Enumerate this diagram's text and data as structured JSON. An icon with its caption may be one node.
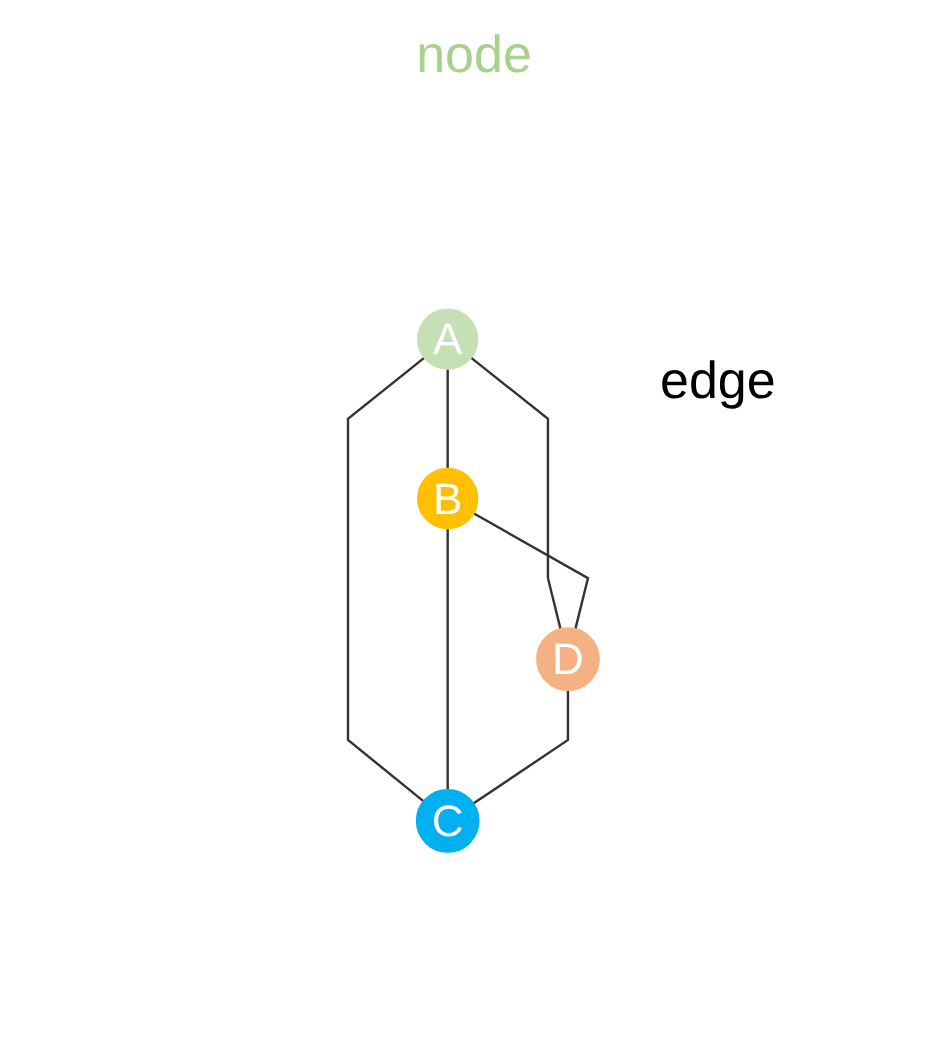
{
  "diagram": {
    "nodes": [
      {
        "text": [
          "A"
        ]
      },
      {
        "text": [
          "B"
        ]
      },
      {
        "text": [
          "C"
        ]
      },
      {
        "text": [
          "D"
        ]
      }
    ],
    "edges": [
      {
        "from": 0,
        "to": 1,
        "arrow": "none"
      },
      {
        "from": 0,
        "to": 2,
        "arrow": "none"
      },
      {
        "from": 0,
        "to": 3,
        "arrow": "none"
      },
      {
        "from": 1,
        "to": 3,
        "arrow": "none"
      },
      {
        "from": 1,
        "to": 2,
        "arrow": "none"
      },
      {
        "from": 3,
        "to": 2,
        "arrow": "none"
      }
    ],
    "labels": [
      "node",
      "edge"
    ]
  }
}
